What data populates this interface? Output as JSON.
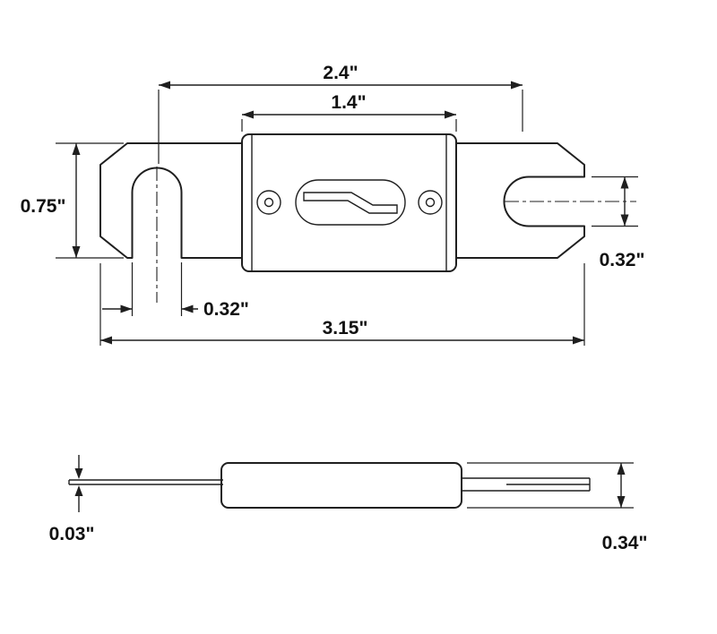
{
  "drawing": {
    "part": "ANL fuse dimensional drawing",
    "colors": {
      "line": "#1f1f1f",
      "background": "#ffffff"
    },
    "top_view": {
      "dim_slot_span": "2.4\"",
      "dim_body_width": "1.4\"",
      "dim_terminal_height": "0.75\"",
      "dim_left_slot_width": "0.32\"",
      "dim_right_slot_width": "0.32\"",
      "dim_total_length": "3.15\""
    },
    "side_view": {
      "dim_blade_thickness": "0.03\"",
      "dim_body_height": "0.34\""
    }
  }
}
